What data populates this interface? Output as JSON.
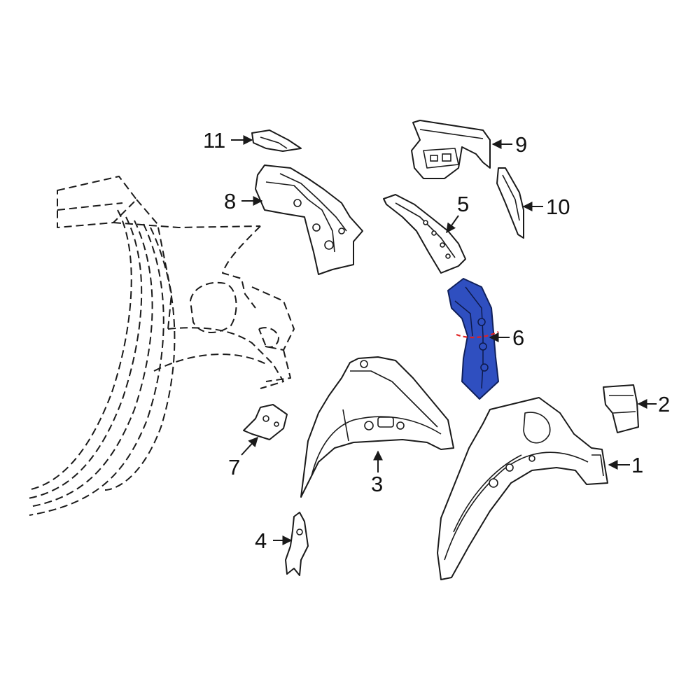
{
  "callouts": {
    "c1": "1",
    "c2": "2",
    "c3": "3",
    "c4": "4",
    "c5": "5",
    "c6": "6",
    "c7": "7",
    "c8": "8",
    "c9": "9",
    "c10": "10",
    "c11": "11"
  },
  "highlight": {
    "part": "6",
    "fill_color": "#2f4fc0",
    "cut_line_color": "#e02020"
  },
  "background_color": "#ffffff"
}
